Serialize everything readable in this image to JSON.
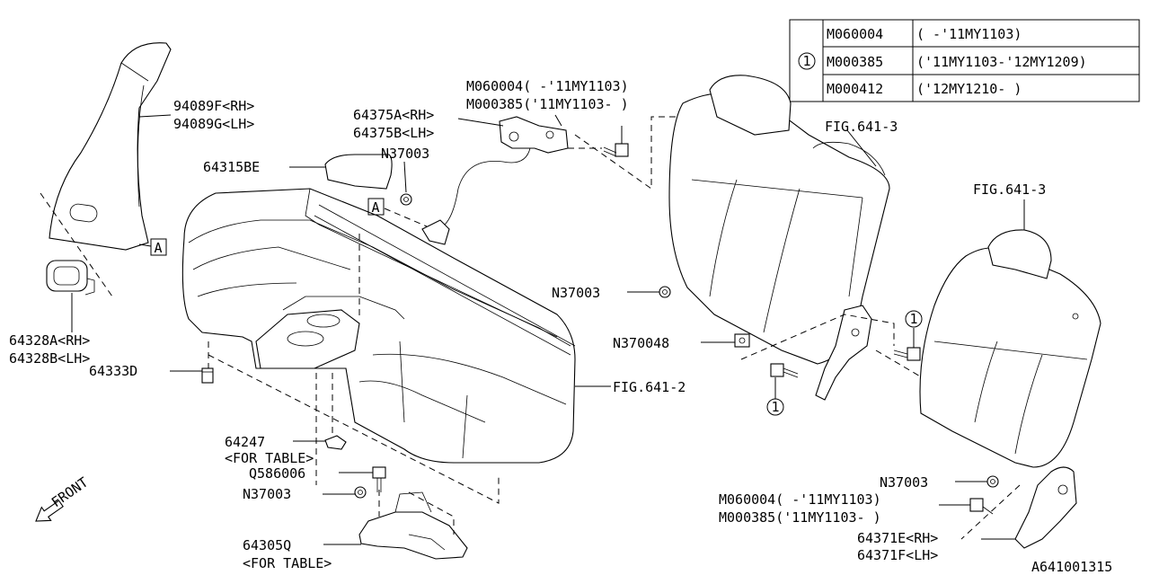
{
  "variant_table": {
    "key": "1",
    "rows": [
      {
        "code": "M060004",
        "range": "( -'11MY1103)"
      },
      {
        "code": "M000385",
        "range": "('11MY1103-'12MY1209)"
      },
      {
        "code": "M000412",
        "range": "('12MY1210- )"
      }
    ]
  },
  "labels": {
    "p94089f": "94089F<RH>",
    "p94089g": "94089G<LH>",
    "p64315be": "64315BE",
    "p64375a": "64375A<RH>",
    "p64375b": "64375B<LH>",
    "m060004_top": "M060004( -'11MY1103)",
    "m000385_top": "M000385('11MY1103- )",
    "n37003_a": "N37003",
    "n37003_b": "N37003",
    "n37003_c": "N37003",
    "n37003_d": "N37003",
    "fig641_3_a": "FIG.641-3",
    "fig641_3_b": "FIG.641-3",
    "fig641_2": "FIG.641-2",
    "n370048": "N370048",
    "p64328a": "64328A<RH>",
    "p64328b": "64328B<LH>",
    "p64333d": "64333D",
    "p64247": "64247",
    "for_table_1": "<FOR TABLE>",
    "q586006": "Q586006",
    "p64305q": "64305Q",
    "for_table_2": "<FOR TABLE>",
    "m060004_bot": "M060004( -'11MY1103)",
    "m000385_bot": "M000385('11MY1103- )",
    "p64371e": "64371E<RH>",
    "p64371f": "64371F<LH>",
    "ref_a1": "A",
    "ref_a2": "A",
    "circle_1a": "1",
    "circle_1b": "1",
    "front": "FRONT",
    "diagram_id": "A641001315"
  }
}
